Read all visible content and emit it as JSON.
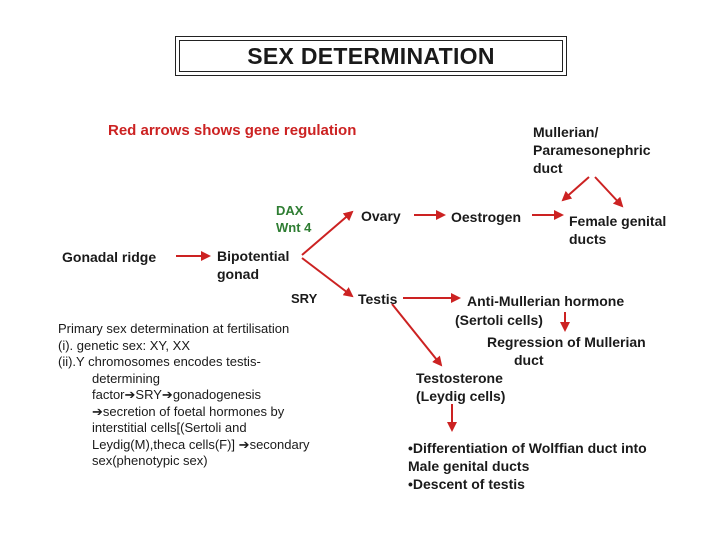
{
  "title": "SEX DETERMINATION",
  "legend_note": "Red arrows shows gene regulation",
  "colors": {
    "arrow": "#cc2222",
    "regulator_text": "#2e7d32",
    "legend_text": "#cc2222"
  },
  "nodes": {
    "gonadal_ridge": "Gonadal ridge",
    "bipotential_gonad": [
      "Bipotential",
      "gonad"
    ],
    "dax_wnt4": [
      "DAX",
      "Wnt 4"
    ],
    "sry": "SRY",
    "ovary": "Ovary",
    "testis": "Testis",
    "oestrogen": "Oestrogen",
    "female_genital_ducts": [
      "Female genital",
      "ducts"
    ],
    "mullerian_duct": [
      "Mullerian/",
      "Paramesonephric",
      "duct"
    ],
    "amh": "Anti-Mullerian hormone",
    "sertoli": "(Sertoli cells)",
    "regression": [
      "Regression of Mullerian",
      "duct"
    ],
    "testosterone": [
      "Testosterone",
      "(Leydig cells)"
    ],
    "outcomes": [
      "•Differentiation of Wolffian duct into",
      "Male genital ducts",
      "•Descent of testis"
    ]
  },
  "notes": {
    "l1": "Primary sex determination at fertilisation",
    "l2": "(i). genetic sex: XY, XX",
    "l3": "(ii).Y chromosomes encodes testis-",
    "l4": "determining",
    "l5a": "factor",
    "l5b": "SRY",
    "l5c": "gonadogenesis",
    "l6": "secretion of foetal hormones by",
    "l7": "interstitial cells[(Sertoli and",
    "l8a": "Leydig(M),theca cells(F)]",
    "l8b": "secondary",
    "l9": "sex(phenotypic sex)"
  }
}
